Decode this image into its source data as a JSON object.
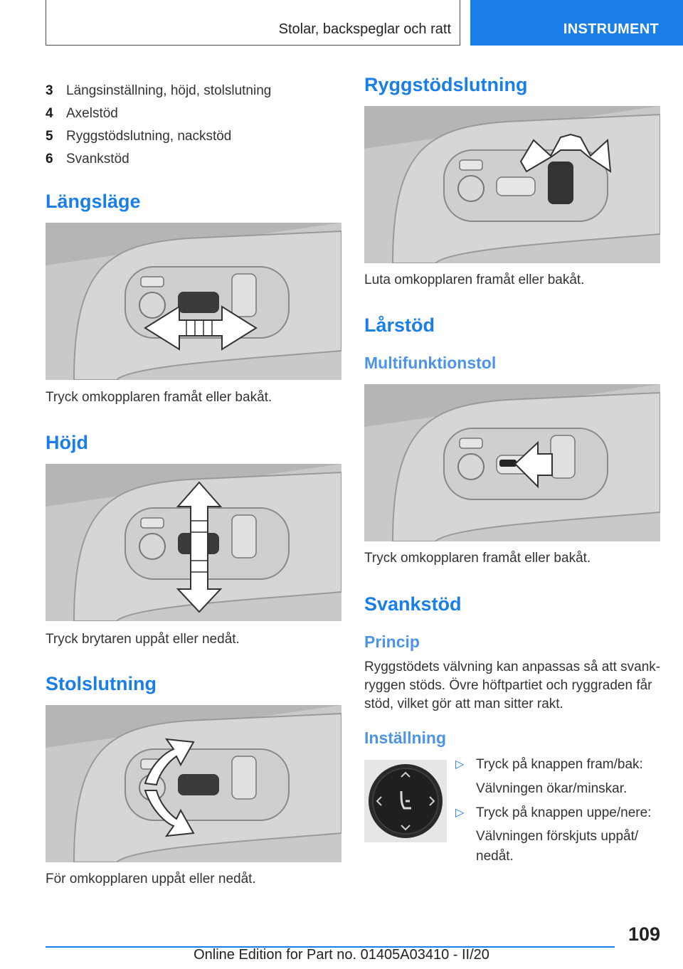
{
  "header": {
    "chapter": "Stolar, backspeglar och ratt",
    "section": "INSTRUMENT"
  },
  "list": [
    {
      "num": "3",
      "text": "Längsinställning, höjd, stolslutning"
    },
    {
      "num": "4",
      "text": "Axelstöd"
    },
    {
      "num": "5",
      "text": "Ryggstödslutning, nackstöd"
    },
    {
      "num": "6",
      "text": "Svankstöd"
    }
  ],
  "left": {
    "langslage": {
      "heading": "Längsläge",
      "caption": "Tryck omkopplaren framåt eller bakåt."
    },
    "hojd": {
      "heading": "Höjd",
      "caption": "Tryck brytaren uppåt eller nedåt."
    },
    "stolslutning": {
      "heading": "Stolslutning",
      "caption": "För omkopplaren uppåt eller nedåt."
    }
  },
  "right": {
    "ryggstod": {
      "heading": "Ryggstödslutning",
      "caption": "Luta omkopplaren framåt eller bakåt."
    },
    "larstod": {
      "heading": "Lårstöd",
      "subheading": "Multifunktionstol",
      "caption": "Tryck omkopplaren framåt eller bakåt."
    },
    "svankstod": {
      "heading": "Svankstöd",
      "princip_heading": "Princip",
      "princip_text": "Ryggstödets välvning kan anpassas så att svank-ryggen stöds. Övre höftpartiet och ryggraden får stöd, vilket gör att man sitter rakt.",
      "installning_heading": "Inställning",
      "steps": [
        {
          "action": "Tryck på knappen fram/bak:",
          "result": "Välvningen ökar/minskar."
        },
        {
          "action": "Tryck på knappen uppe/nere:",
          "result": "Välvningen förskjuts uppåt/ nedåt."
        }
      ]
    }
  },
  "page_number": "109",
  "footer": "Online Edition for Part no. 01405A03410 - II/20"
}
